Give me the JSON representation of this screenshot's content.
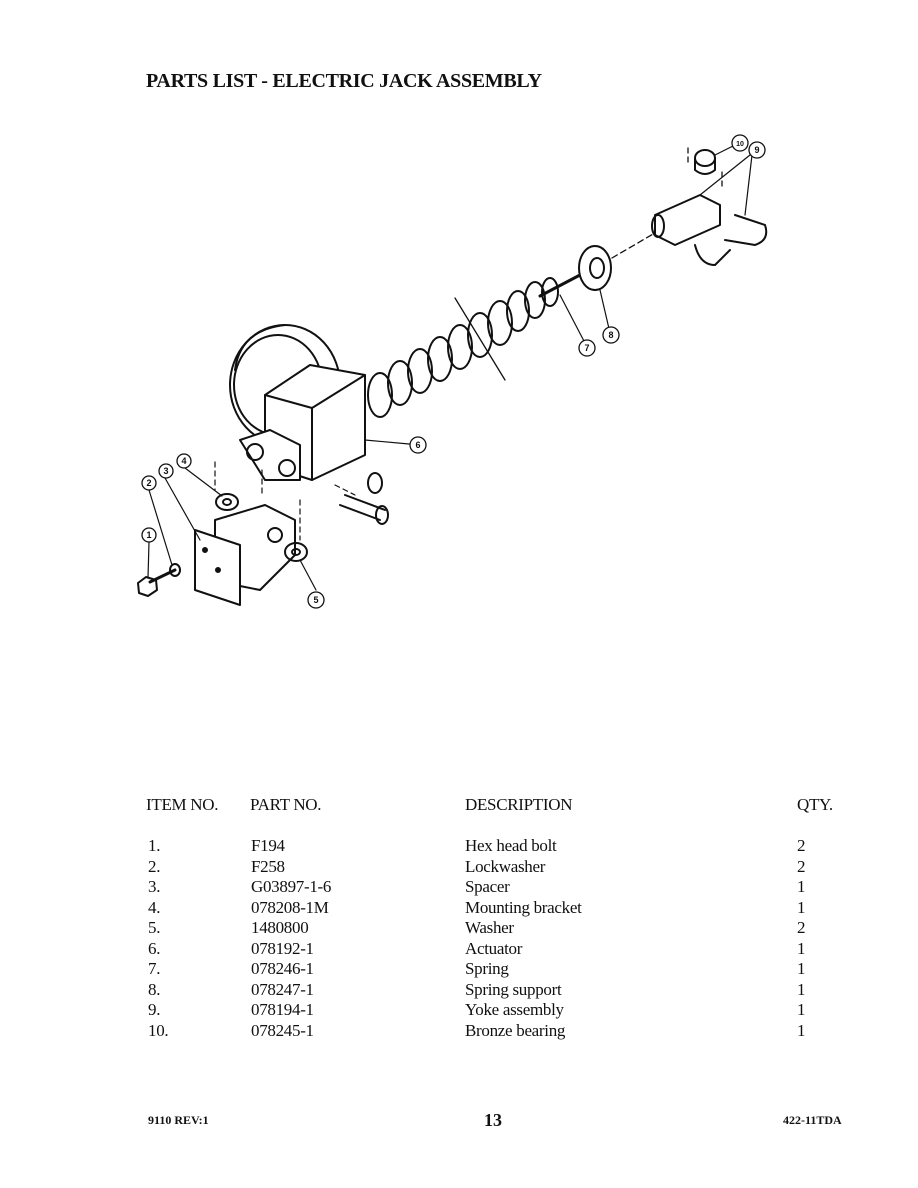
{
  "document": {
    "title": "PARTS LIST - ELECTRIC JACK ASSEMBLY"
  },
  "diagram": {
    "callouts": [
      "1",
      "2",
      "3",
      "4",
      "5",
      "6",
      "7",
      "8",
      "9",
      "10"
    ]
  },
  "table": {
    "headers": {
      "item": "ITEM NO.",
      "part": "PART NO.",
      "description": "DESCRIPTION",
      "qty": "QTY."
    },
    "rows": [
      {
        "item": "1.",
        "part": "F194",
        "description": "Hex head bolt",
        "qty": "2"
      },
      {
        "item": "2.",
        "part": "F258",
        "description": "Lockwasher",
        "qty": "2"
      },
      {
        "item": "3.",
        "part": "G03897-1-6",
        "description": "Spacer",
        "qty": "1"
      },
      {
        "item": "4.",
        "part": "078208-1M",
        "description": "Mounting bracket",
        "qty": "1"
      },
      {
        "item": "5.",
        "part": "1480800",
        "description": "Washer",
        "qty": "2"
      },
      {
        "item": "6.",
        "part": "078192-1",
        "description": "Actuator",
        "qty": "1"
      },
      {
        "item": "7.",
        "part": "078246-1",
        "description": "Spring",
        "qty": "1"
      },
      {
        "item": "8.",
        "part": "078247-1",
        "description": "Spring support",
        "qty": "1"
      },
      {
        "item": "9.",
        "part": "078194-1",
        "description": "Yoke assembly",
        "qty": "1"
      },
      {
        "item": "10.",
        "part": "078245-1",
        "description": "Bronze bearing",
        "qty": "1"
      }
    ]
  },
  "footer": {
    "left": "9110 REV:1",
    "page": "13",
    "right": "422-11TDA"
  }
}
